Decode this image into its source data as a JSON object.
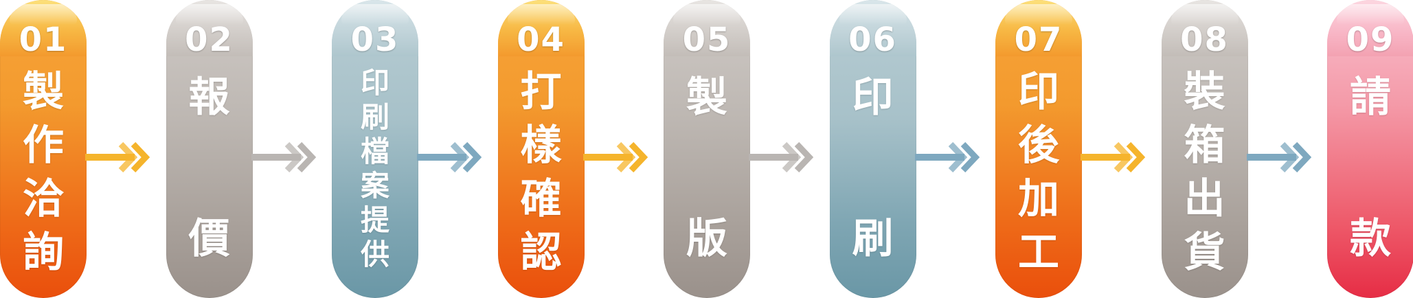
{
  "steps": [
    {
      "number": "01",
      "label_chars": [
        "製",
        "作",
        "洽",
        "詢"
      ],
      "theme": "orange"
    },
    {
      "number": "02",
      "label_chars": [
        "報",
        "價"
      ],
      "theme": "gray"
    },
    {
      "number": "03",
      "label_chars": [
        "印",
        "刷",
        "檔",
        "案",
        "提",
        "供"
      ],
      "theme": "blue"
    },
    {
      "number": "04",
      "label_chars": [
        "打",
        "樣",
        "確",
        "認"
      ],
      "theme": "orange"
    },
    {
      "number": "05",
      "label_chars": [
        "製",
        "版"
      ],
      "theme": "gray"
    },
    {
      "number": "06",
      "label_chars": [
        "印",
        "刷"
      ],
      "theme": "blue"
    },
    {
      "number": "07",
      "label_chars": [
        "印",
        "後",
        "加",
        "工"
      ],
      "theme": "orange"
    },
    {
      "number": "08",
      "label_chars": [
        "裝",
        "箱",
        "出",
        "貨"
      ],
      "theme": "gray"
    },
    {
      "number": "09",
      "label_chars": [
        "請",
        "款"
      ],
      "theme": "pink"
    }
  ],
  "arrow_colors": [
    "#f5b42c",
    "#b9b5b2",
    "#7ea8bf",
    "#f5b42c",
    "#b9b5b2",
    "#7ea8bf",
    "#f5b42c",
    "#7ea8bf"
  ],
  "arrow_icon": "double-chevron-right-icon"
}
